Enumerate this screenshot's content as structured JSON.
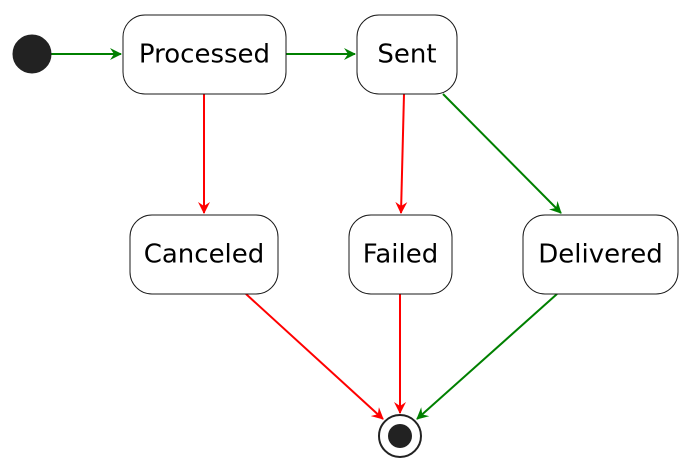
{
  "colors": {
    "success": "#008000",
    "failure": "#ff0000",
    "node_fill": "#ffffff",
    "node_border": "#181818",
    "pseudo_state": "#222222"
  },
  "states": {
    "processed": "Processed",
    "sent": "Sent",
    "canceled": "Canceled",
    "failed": "Failed",
    "delivered": "Delivered"
  },
  "transitions": [
    {
      "from": "start",
      "to": "Processed",
      "kind": "success"
    },
    {
      "from": "Processed",
      "to": "Sent",
      "kind": "success"
    },
    {
      "from": "Processed",
      "to": "Canceled",
      "kind": "failure"
    },
    {
      "from": "Sent",
      "to": "Failed",
      "kind": "failure"
    },
    {
      "from": "Sent",
      "to": "Delivered",
      "kind": "success"
    },
    {
      "from": "Canceled",
      "to": "end",
      "kind": "failure"
    },
    {
      "from": "Failed",
      "to": "end",
      "kind": "failure"
    },
    {
      "from": "Delivered",
      "to": "end",
      "kind": "success"
    }
  ]
}
